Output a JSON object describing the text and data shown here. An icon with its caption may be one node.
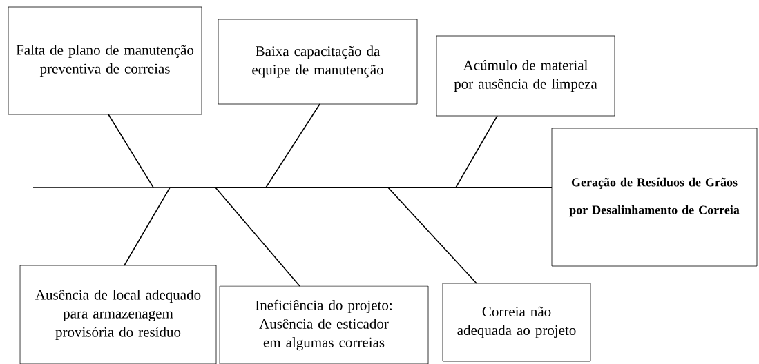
{
  "diagram": {
    "nodes": [
      {
        "text": [
          "Falta de plano de manutenção preventiva de correias"
        ]
      },
      {
        "text": [
          "Baixa capacitação da equipe de manutenção"
        ]
      },
      {
        "text": [
          "Acúmulo de material por ausência de limpeza"
        ]
      },
      {
        "text": [
          "Ausência de local adequado para armazenagem provisória do resíduo"
        ]
      },
      {
        "text": [
          "Ineficiência do projeto: Ausência de esticador em algumas correias"
        ]
      },
      {
        "text": [
          "Correia não adequada ao projeto"
        ]
      },
      {
        "text": [
          "Geração de Resíduos de Grãos por Desalinhamento de Correia"
        ]
      }
    ],
    "edges": [
      {
        "from": 0,
        "to": 6,
        "arrow": "none"
      },
      {
        "from": 1,
        "to": 6,
        "arrow": "none"
      },
      {
        "from": 2,
        "to": 6,
        "arrow": "none"
      },
      {
        "from": 3,
        "to": 6,
        "arrow": "none"
      },
      {
        "from": 4,
        "to": 6,
        "arrow": "none"
      },
      {
        "from": 5,
        "to": 6,
        "arrow": "none"
      }
    ]
  }
}
